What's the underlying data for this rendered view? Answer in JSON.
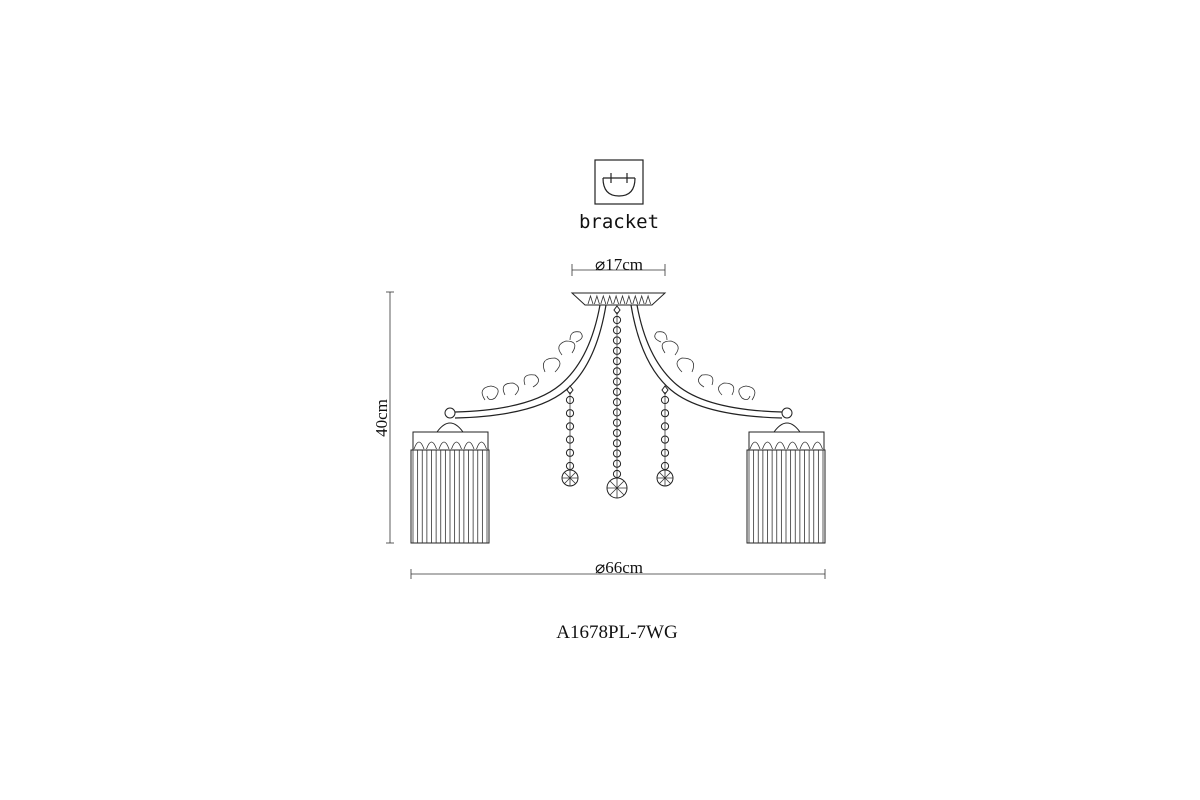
{
  "bracket": {
    "icon": "ceiling-bracket-icon",
    "label": "bracket"
  },
  "dimensions": {
    "canopy_diameter": "⌀17cm",
    "total_diameter": "⌀66cm",
    "height": "40cm"
  },
  "model": "A1678PL-7WG"
}
